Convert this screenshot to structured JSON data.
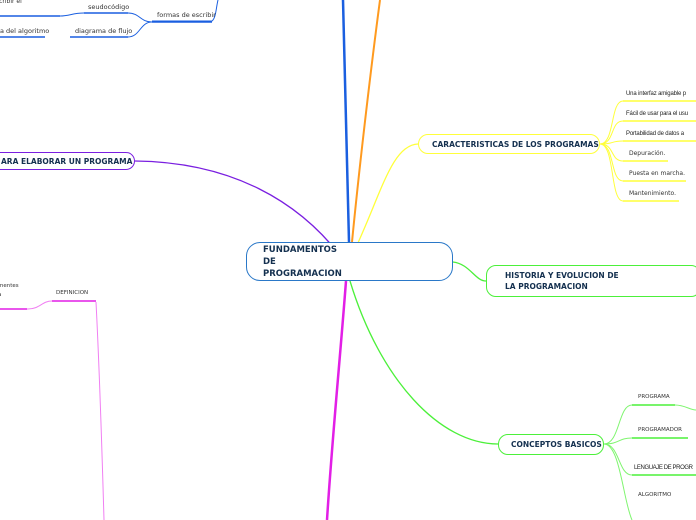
{
  "central": {
    "title": "FUNDAMENTOS DE PROGRAMACION"
  },
  "colors": {
    "blue": "#1a5fe0",
    "orange": "#ff9a1f",
    "purple": "#7a1fe0",
    "magenta": "#e21fe6",
    "yellow": "#ffff3a",
    "green": "#4cf03a",
    "central_border": "#2a78c8"
  },
  "blue_branch": {
    "node": "formas de escribir",
    "children": [
      {
        "label": "seudocódigo",
        "sub": "scribir el\na"
      },
      {
        "label": "diagrama de flujo",
        "sub": "a del algoritmo"
      }
    ]
  },
  "purple_branch": {
    "label": "ARA ELABORAR UN PROGRAMA"
  },
  "magenta_branch": {
    "label": "DEFINICION",
    "sub": "mentes\na"
  },
  "caracteristicas": {
    "label": "CARACTERISTICAS DE LOS PROGRAMAS",
    "items": [
      "Una interfaz amigable p",
      "Fácil de usar para el usu",
      "Portabilidad de datos a",
      "Depuración.",
      "Puesta en marcha.",
      "Mantenimiento."
    ]
  },
  "historia": {
    "label": "HISTORIA Y EVOLUCION DE LA PROGRAMACION"
  },
  "conceptos": {
    "label": "CONCEPTOS BASICOS",
    "items": [
      "PROGRAMA",
      "PROGRAMADOR",
      "LENGUAJE DE PROGR",
      "ALGORITMO"
    ]
  }
}
